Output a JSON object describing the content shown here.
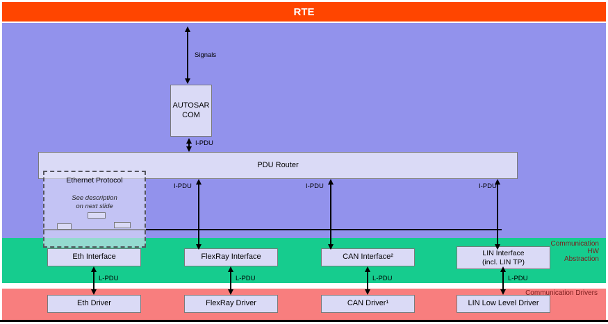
{
  "title": "RTE",
  "labels": {
    "signals": "Signals",
    "ipdu": "I-PDU",
    "lpdu": "L-PDU"
  },
  "blocks": {
    "autosar_com": "AUTOSAR\nCOM",
    "pdu_router": "PDU Router"
  },
  "ethernet_protocol": {
    "title": "Ethernet Protocol",
    "note": "See description\non next slide"
  },
  "hw_abstraction": {
    "section_label": "Communication\nHW\nAbstraction",
    "boxes": [
      "Eth Interface",
      "FlexRay Interface",
      "CAN Interface²",
      "LIN Interface\n(incl. LIN TP)"
    ]
  },
  "drivers": {
    "section_label": "Communication Drivers",
    "boxes": [
      "Eth Driver",
      "FlexRay Driver",
      "CAN Driver¹",
      "LIN Low Level Driver"
    ]
  }
}
